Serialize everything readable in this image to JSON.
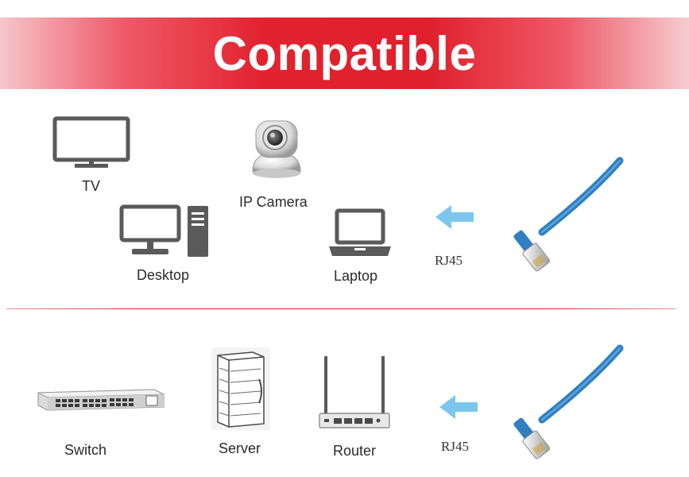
{
  "banner": {
    "title": "Compatible"
  },
  "section_top": {
    "devices": [
      {
        "label": "TV",
        "icon": "tv-icon"
      },
      {
        "label": "IP Camera",
        "icon": "ip-camera-icon"
      },
      {
        "label": "Desktop",
        "icon": "desktop-computer-icon"
      },
      {
        "label": "Laptop",
        "icon": "laptop-icon"
      }
    ],
    "connector_label": "RJ45"
  },
  "section_bottom": {
    "devices": [
      {
        "label": "Switch",
        "icon": "network-switch-icon"
      },
      {
        "label": "Server",
        "icon": "server-rack-icon"
      },
      {
        "label": "Router",
        "icon": "router-icon"
      }
    ],
    "connector_label": "RJ45"
  },
  "colors": {
    "banner_red": "#e01f2c",
    "divider_red": "#d21e2d",
    "cable_blue": "#2f7fc1",
    "arrow_blue": "#7cc6ee",
    "icon_gray": "#5a5a5a"
  }
}
